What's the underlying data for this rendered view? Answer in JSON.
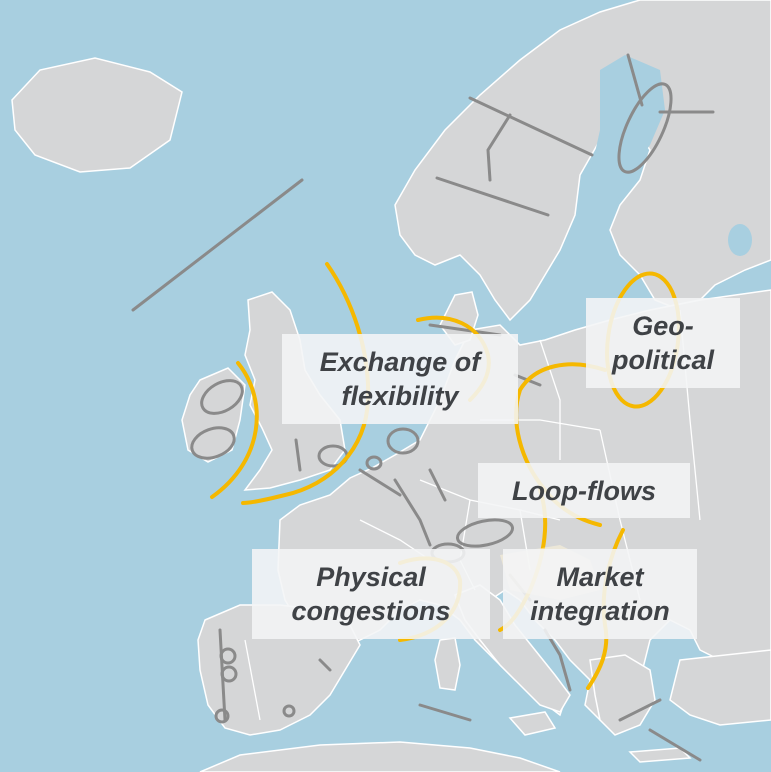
{
  "labels": {
    "exchange_of_flexibility": {
      "line1": "Exchange of",
      "line2": "flexibility"
    },
    "geo_political": {
      "line1": "Geo-",
      "line2": "political"
    },
    "loop_flows": {
      "line1": "Loop-flows"
    },
    "physical_congestions": {
      "line1": "Physical",
      "line2": "congestions"
    },
    "market_integration": {
      "line1": "Market",
      "line2": "integration"
    }
  },
  "colors": {
    "sea": "#a8cfe0",
    "land": "#d5d6d7",
    "border": "#ffffff",
    "congestion_ring": "#8a8a8a",
    "highlight_curve": "#f5b800",
    "label_text": "#3f4246"
  }
}
